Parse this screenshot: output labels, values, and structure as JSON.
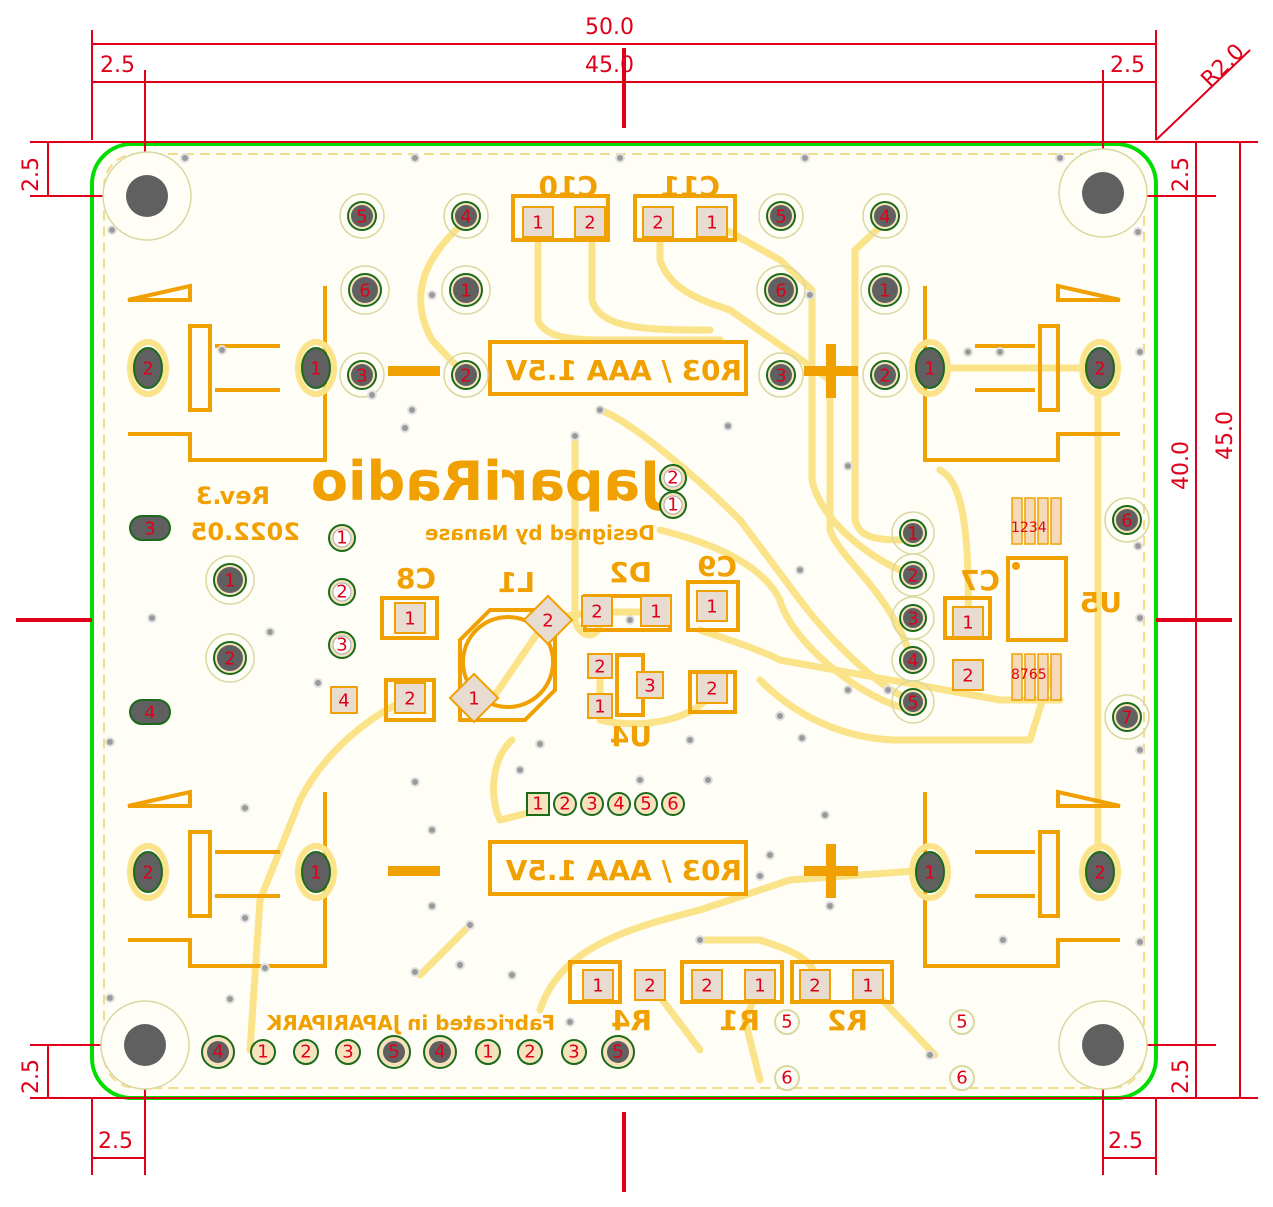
{
  "dimensions": {
    "width_total": "50.0",
    "width_inner": "45.0",
    "height_total": "45.0",
    "height_inner": "40.0",
    "corner_radius": "R2.0",
    "offset": "2.5"
  },
  "silkscreen": {
    "title": "JapariRadio",
    "revision": "Rev.3",
    "date": "2022.05",
    "designer": "Designed by Nanase",
    "fabricated": "Fabricated in JAPARIPARK",
    "battery_label": "R03 / AAA 1.5V",
    "minus": "−",
    "plus": "+"
  },
  "components": {
    "c10": "C10",
    "c11": "C11",
    "c9": "C9",
    "c8": "C8",
    "c7": "C7",
    "l1": "L1",
    "d2": "D2",
    "u4": "U4",
    "u5": "U5",
    "r1": "R1",
    "r2": "R2",
    "r4": "R4"
  },
  "pins": {
    "p1": "1",
    "p2": "2",
    "p3": "3",
    "p4": "4",
    "p5": "5",
    "p6": "6",
    "p7": "7",
    "p8": "8",
    "u5_top": "1234",
    "u5_bottom": "8765"
  },
  "colors": {
    "board_outline": "#00dd00",
    "dimension": "#e0001a",
    "silkscreen": "#f0a000",
    "trace": "#fbe38a",
    "mounting_hole": "#606060"
  }
}
